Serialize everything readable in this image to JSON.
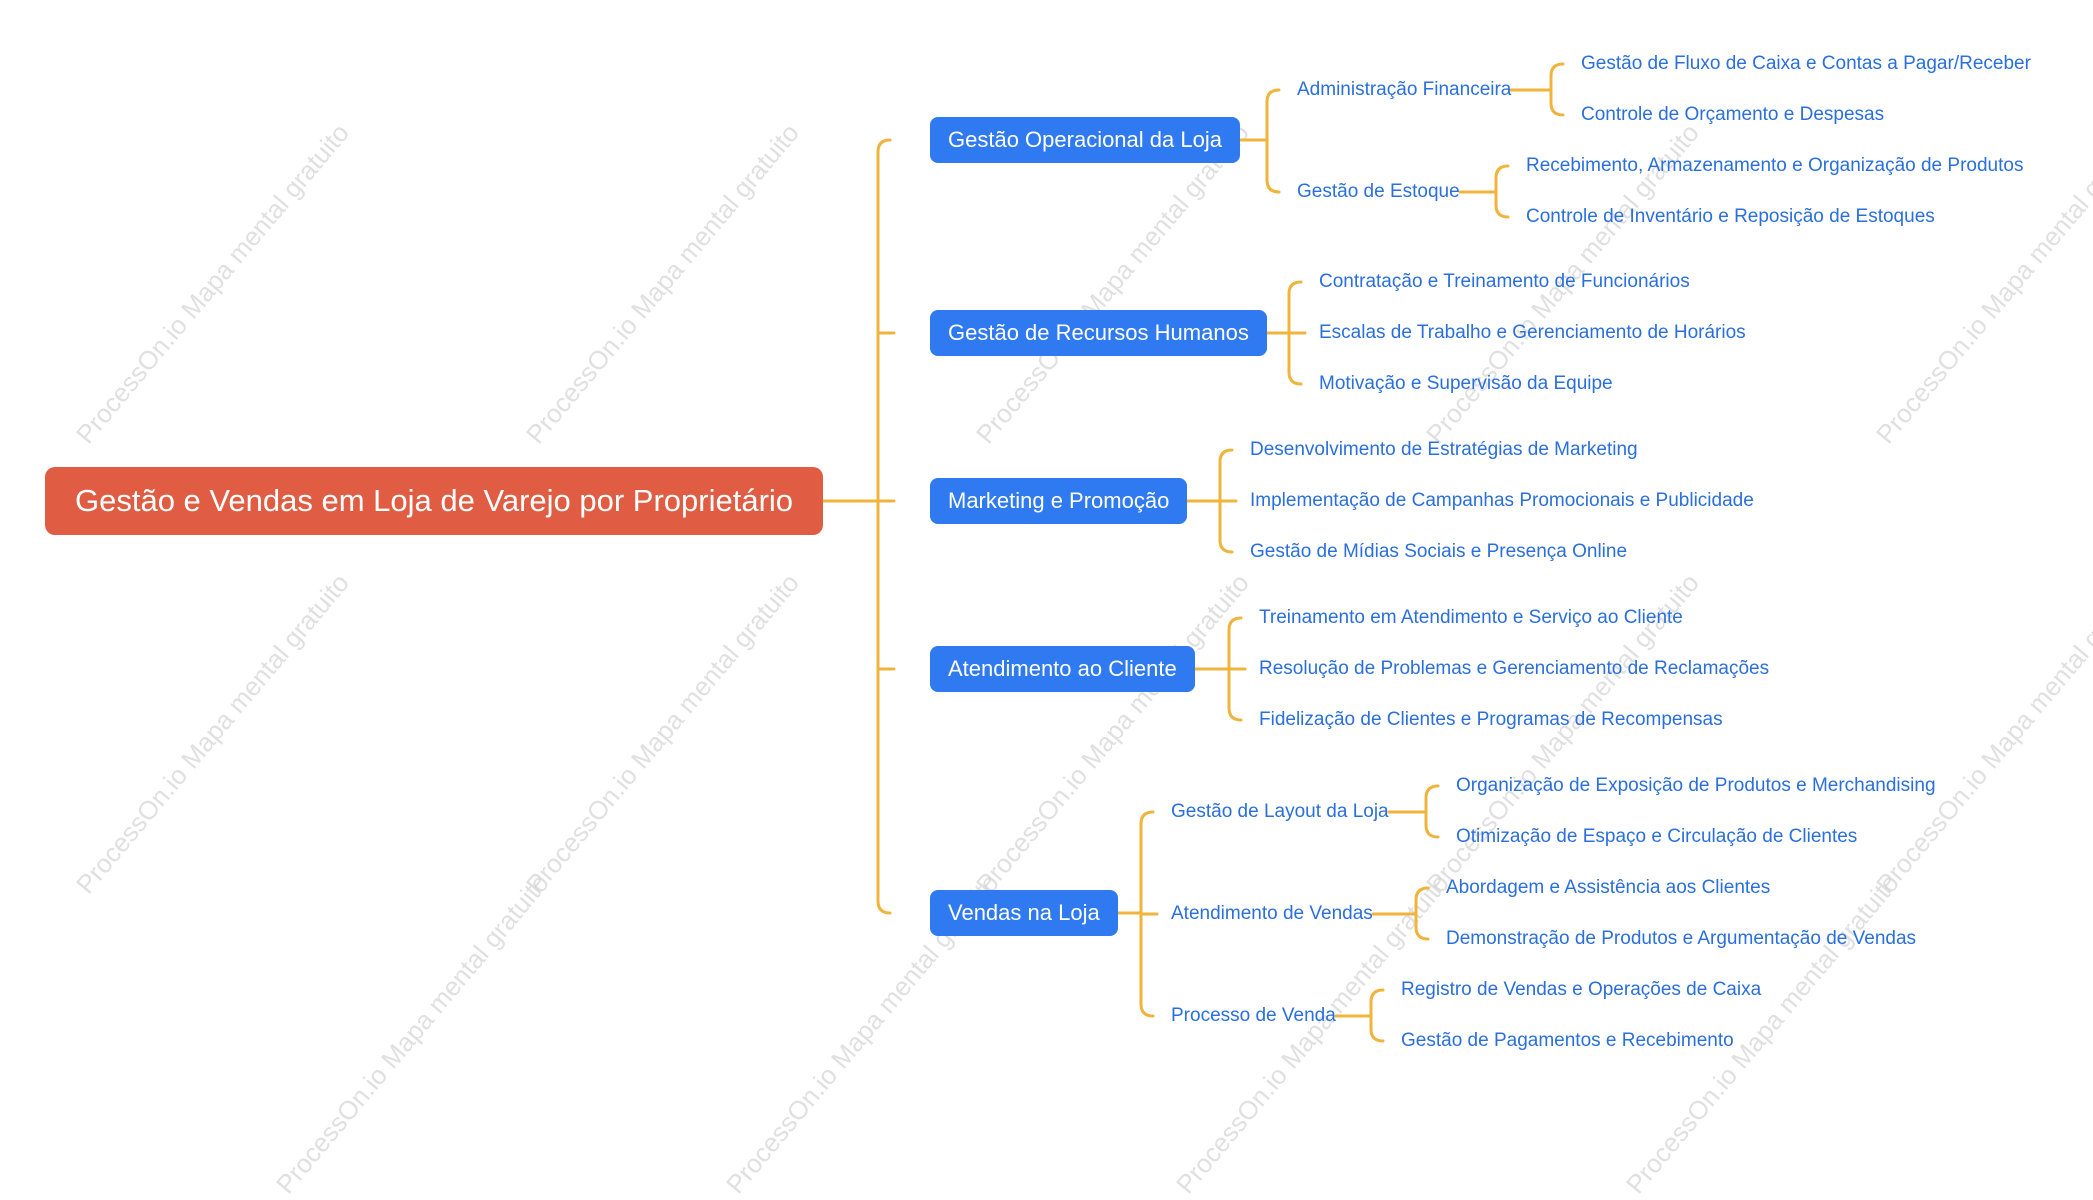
{
  "root": {
    "label": "Gestão e Vendas em Loja de Varejo por Proprietário"
  },
  "branches": [
    {
      "label": "Gestão Operacional da Loja",
      "children": [
        {
          "label": "Administração Financeira",
          "children": [
            "Gestão de Fluxo de Caixa e Contas a Pagar/Receber",
            "Controle de Orçamento e Despesas"
          ]
        },
        {
          "label": "Gestão de Estoque",
          "children": [
            "Recebimento, Armazenamento e Organização de Produtos",
            "Controle de Inventário e Reposição de Estoques"
          ]
        }
      ]
    },
    {
      "label": "Gestão de Recursos Humanos",
      "children": [
        {
          "label": "Contratação e Treinamento de Funcionários"
        },
        {
          "label": "Escalas de Trabalho e Gerenciamento de Horários"
        },
        {
          "label": "Motivação e Supervisão da Equipe"
        }
      ]
    },
    {
      "label": "Marketing e Promoção",
      "children": [
        {
          "label": "Desenvolvimento de Estratégias de Marketing"
        },
        {
          "label": "Implementação de Campanhas Promocionais e Publicidade"
        },
        {
          "label": "Gestão de Mídias Sociais e Presença Online"
        }
      ]
    },
    {
      "label": "Atendimento ao Cliente",
      "children": [
        {
          "label": "Treinamento em Atendimento e Serviço ao Cliente"
        },
        {
          "label": "Resolução de Problemas e Gerenciamento de Reclamações"
        },
        {
          "label": "Fidelização de Clientes e Programas de Recompensas"
        }
      ]
    },
    {
      "label": "Vendas na Loja",
      "children": [
        {
          "label": "Gestão de Layout da Loja",
          "children": [
            "Organização de Exposição de Produtos e Merchandising",
            "Otimização de Espaço e Circulação de Clientes"
          ]
        },
        {
          "label": "Atendimento de Vendas",
          "children": [
            "Abordagem e Assistência aos Clientes",
            "Demonstração de Produtos e Argumentação de Vendas"
          ]
        },
        {
          "label": "Processo de Venda",
          "children": [
            "Registro de Vendas e Operações de Caixa",
            "Gestão de Pagamentos e Recebimento"
          ]
        }
      ]
    }
  ],
  "watermark": "ProcessOn.io Mapa mental gratuito",
  "colors": {
    "root": "#e05d44",
    "branch": "#2f7af0",
    "text": "#2a6fdc",
    "connector": "#f0b43c"
  }
}
